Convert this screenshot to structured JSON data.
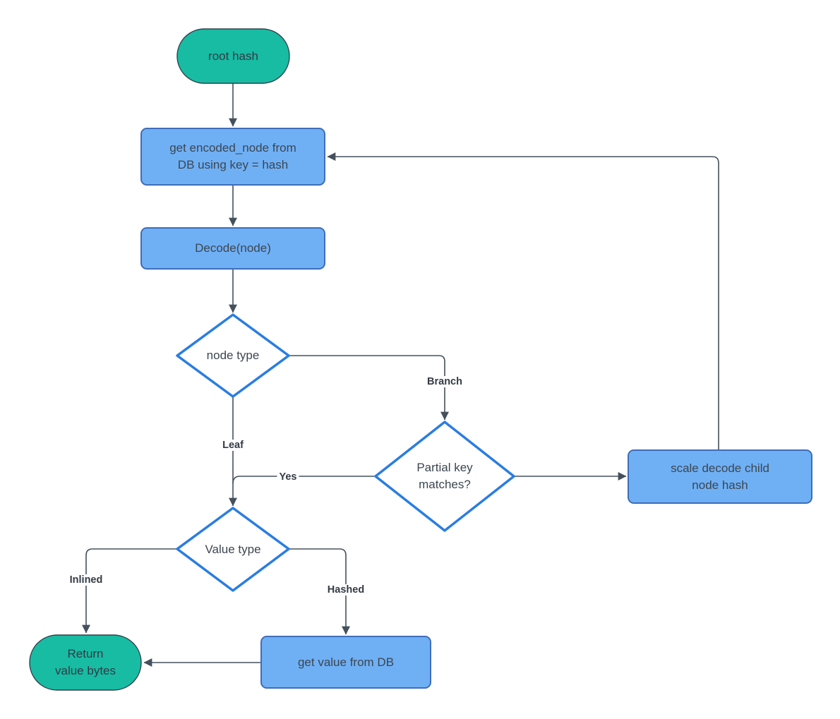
{
  "colors": {
    "terminal_fill": "#17bca3",
    "terminal_border": "#33414e",
    "process_fill": "#6fb0f5",
    "process_border": "#3f6db8",
    "decision_fill": "#ffffff",
    "decision_border": "#2a7de2",
    "line": "#45505c",
    "node_text": "#3c4650",
    "label_text": "#333b44",
    "canvas_bg": "#ffffff"
  },
  "nodes": {
    "root_hash": {
      "type": "terminal",
      "lines": [
        "root hash"
      ]
    },
    "get_encoded_node": {
      "type": "process",
      "lines": [
        "get encoded_node from",
        "DB using key = hash"
      ]
    },
    "decode_node": {
      "type": "process",
      "lines": [
        "Decode(node)"
      ]
    },
    "node_type": {
      "type": "decision",
      "lines": [
        "node type"
      ]
    },
    "partial_key_matches": {
      "type": "decision",
      "lines": [
        "Partial key",
        "matches?"
      ]
    },
    "scale_decode_child": {
      "type": "process",
      "lines": [
        "scale decode child",
        "node hash"
      ]
    },
    "value_type": {
      "type": "decision",
      "lines": [
        "Value type"
      ]
    },
    "get_value_from_db": {
      "type": "process",
      "lines": [
        "get value from DB"
      ]
    },
    "return_value_bytes": {
      "type": "terminal",
      "lines": [
        "Return",
        "value bytes"
      ]
    }
  },
  "edge_labels": {
    "branch": "Branch",
    "leaf": "Leaf",
    "yes": "Yes",
    "inlined": "Inlined",
    "hashed": "Hashed"
  }
}
